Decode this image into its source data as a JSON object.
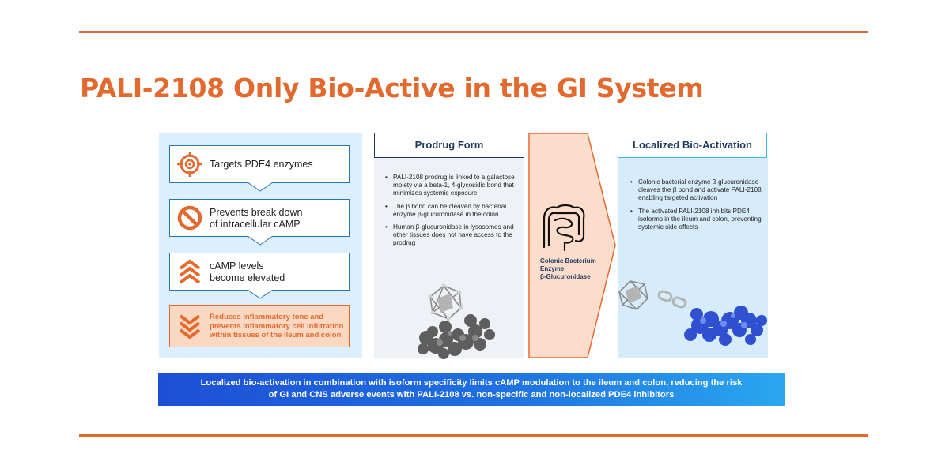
{
  "slide": {
    "title": "PALI-2108 Only Bio-Active in the GI System"
  },
  "left": {
    "steps": [
      {
        "text": "Targets PDE4 enzymes",
        "icon": "target-icon"
      },
      {
        "line1": "Prevents break down",
        "line2": "of intracellular cAMP",
        "icon": "prohibited-icon"
      },
      {
        "line1": "cAMP levels",
        "line2": "become elevated",
        "icon": "chevrons-up-icon"
      },
      {
        "line1": "Reduces inflammatory tone and",
        "line2": "prevents inflammatory cell infiltration",
        "line3": "within tissues of the ileum and colon",
        "icon": "chevrons-down-icon"
      }
    ]
  },
  "prodrug": {
    "heading": "Prodrug Form",
    "bullets": [
      "PALI-2108 prodrug is linked to a galactose moiety via a beta-1, 4-glycosidic bond that minimizes systemic exposure",
      "The β bond can be cleaved by bacterial enzyme β-glucuronidase in the colon",
      "Human β-glucuronidase in lysosomes and other tissues does not have access to the prodrug"
    ]
  },
  "arrow": {
    "line1": "Colonic Bacterium",
    "line2": "Enzyme",
    "line3": "β-Glucuronidase"
  },
  "activation": {
    "heading": "Localized Bio-Activation",
    "bullets": [
      "Colonic bacterial enzyme β-glucuronidase cleaves the β bond and activate PALI-2108, enabling targeted activation",
      "The activated PALI-2108 inhibits PDE4 isoforms in the ileum and colon, preventing systemic side effects"
    ]
  },
  "banner": {
    "line1": "Localized bio-activation in combination with isoform specificity limits cAMP modulation to the ileum and colon, reducing the risk",
    "line2": "of GI and CNS adverse events with PALI-2108 vs. non-specific and non-localized PDE4 inhibitors"
  },
  "colors": {
    "accent": "#e36a2e",
    "navy": "#1e3a5f",
    "blue": "#2a74ad"
  }
}
